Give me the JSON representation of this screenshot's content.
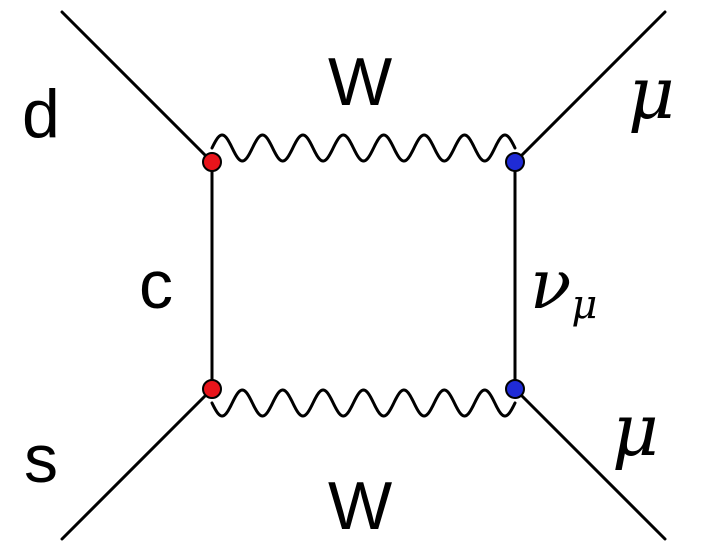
{
  "diagram": {
    "labels": {
      "d": "d",
      "s": "s",
      "c": "c",
      "w_top": "W",
      "w_bottom": "W",
      "mu_top": "μ",
      "mu_bottom": "μ",
      "nu": "ν",
      "nu_sub": "μ"
    },
    "colors": {
      "line": "#000000",
      "left_vertex": "#e8141b",
      "right_vertex": "#1f2bd6",
      "background": "#ffffff"
    }
  }
}
